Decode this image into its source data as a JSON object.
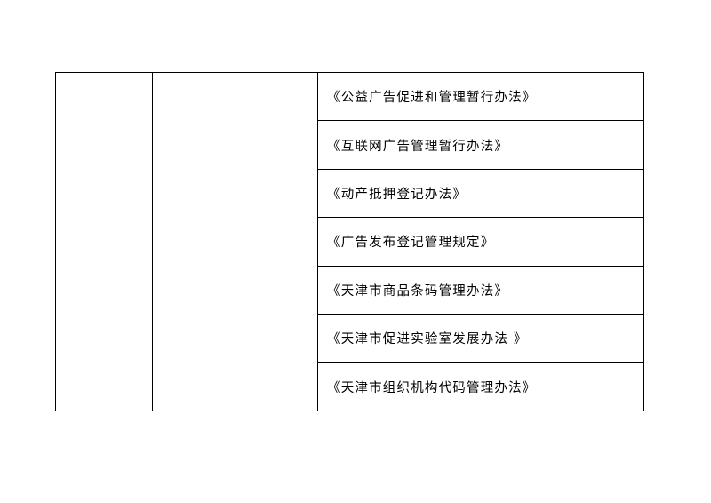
{
  "table": {
    "column1_text": "",
    "column2_text": "",
    "regulations": [
      "《公益广告促进和管理暂行办法》",
      "《互联网广告管理暂行办法》",
      "《动产抵押登记办法》",
      "《广告发布登记管理规定》",
      "《天津市商品条码管理办法》",
      "《天津市促进实验室发展办法 》",
      "《天津市组织机构代码管理办法》"
    ]
  }
}
